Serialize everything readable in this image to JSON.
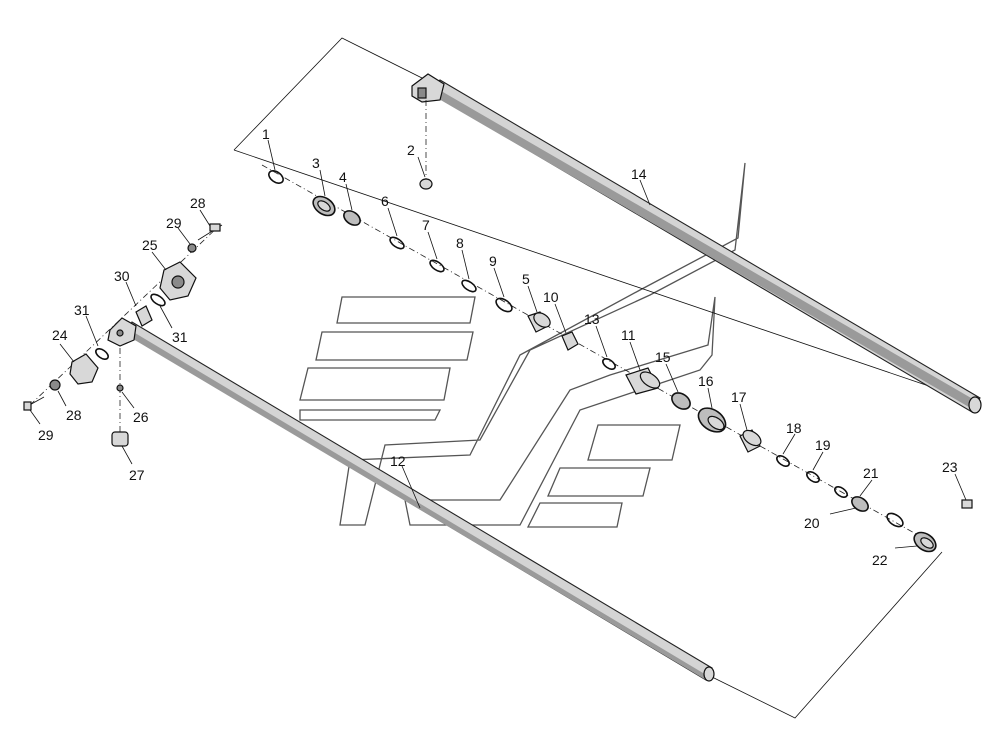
{
  "diagram": {
    "labels": [
      "1",
      "2",
      "3",
      "4",
      "5",
      "6",
      "7",
      "8",
      "9",
      "10",
      "11",
      "12",
      "13",
      "14",
      "15",
      "16",
      "17",
      "18",
      "19",
      "20",
      "21",
      "22",
      "23",
      "24",
      "25",
      "26",
      "27",
      "28",
      "28",
      "29",
      "29",
      "30",
      "31",
      "31"
    ]
  }
}
